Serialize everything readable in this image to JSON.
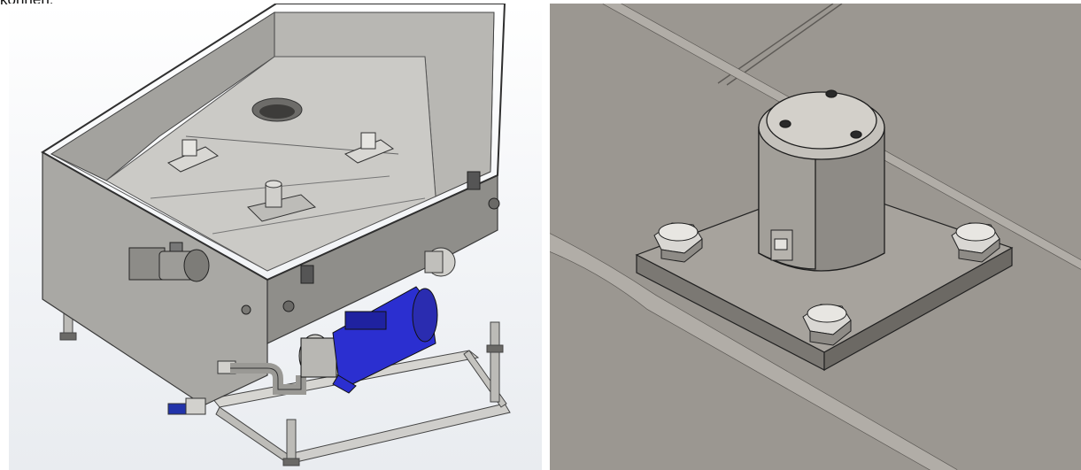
{
  "caption": {
    "text": "können."
  },
  "images": [
    {
      "name": "tank-assembly-render",
      "description_icon": "machine-assembly-icon"
    },
    {
      "name": "load-cell-detail-render",
      "description_icon": "load-cell-icon"
    }
  ],
  "colors": {
    "steel_light": "#c9c8c4",
    "steel_mid": "#a8a7a3",
    "steel_dark": "#5f5e5b",
    "motor_blue": "#2b2fd0",
    "floor_grey": "#9b9791",
    "valve_blue": "#2233aa"
  }
}
